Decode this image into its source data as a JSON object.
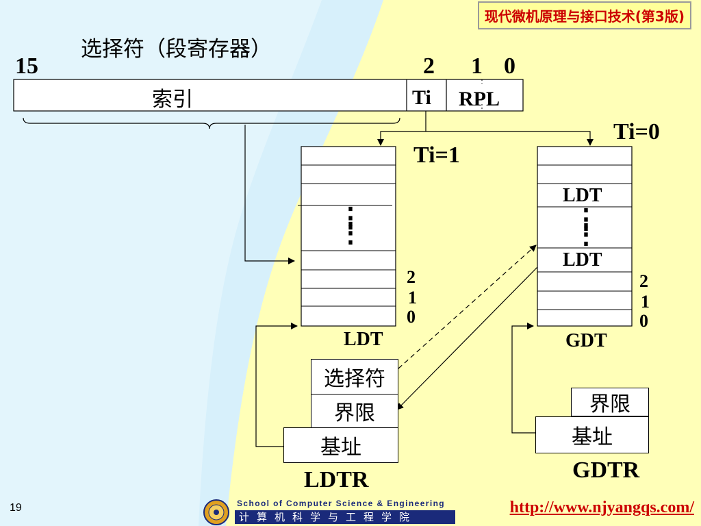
{
  "header": {
    "book_title": "现代微机原理与接口技术(第3版)"
  },
  "selector": {
    "heading": "选择符（段寄存器）",
    "bit_15": "15",
    "bit_2": "2",
    "bit_1": "1",
    "bit_0": "0",
    "index_label": "索引",
    "ti_label": "Ti",
    "rpl_label": "RPL"
  },
  "branches": {
    "ti0": "Ti=0",
    "ti1": "Ti=1"
  },
  "ldt": {
    "caption": "LDT",
    "dots": "⋮",
    "idx2": "2",
    "idx1": "1",
    "idx0": "0"
  },
  "gdt": {
    "caption": "GDT",
    "entry_ldt_upper": "LDT",
    "entry_ldt_lower": "LDT",
    "dots": "⋮",
    "idx2": "2",
    "idx1": "1",
    "idx0": "0"
  },
  "ldtr": {
    "selector": "选择符",
    "limit": "界限",
    "base": "基址",
    "caption": "LDTR"
  },
  "gdtr": {
    "limit": "界限",
    "base": "基址",
    "caption": "GDTR"
  },
  "footer": {
    "page_number": "19",
    "school_en": "School of Computer Science & Engineering",
    "school_cn": "计算机科学与工程学院",
    "url": "http://www.njyangqs.com/"
  },
  "colors": {
    "title_text": "#cc0000",
    "school_blue": "#1a2a7a",
    "background": "#ffffb8",
    "wave": "#d7f0fb"
  }
}
